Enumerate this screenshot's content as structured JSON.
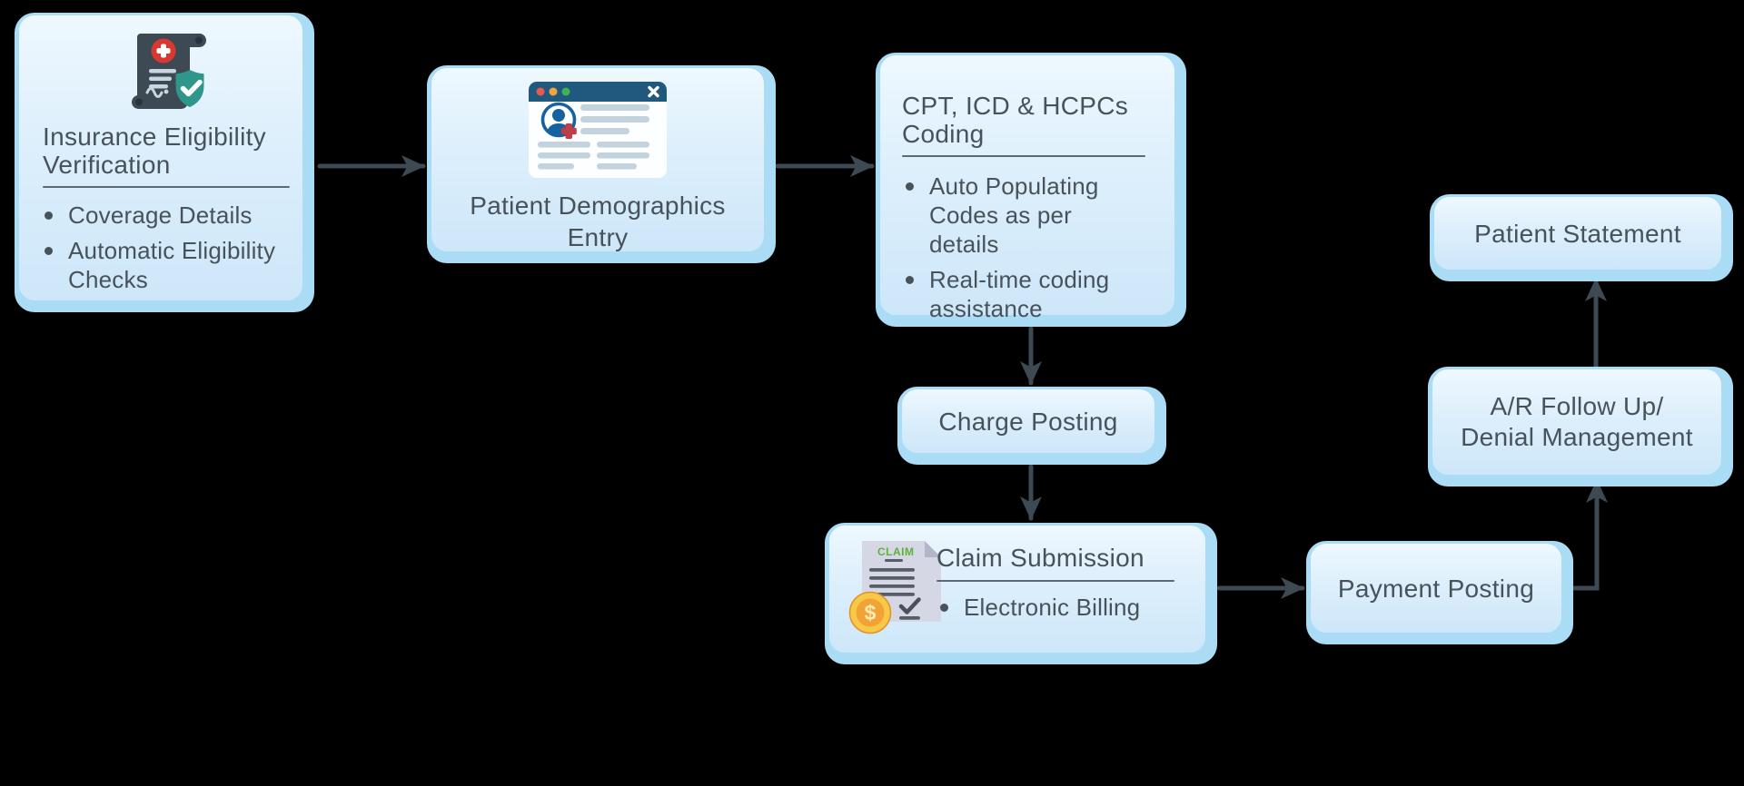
{
  "diagram": {
    "background": "#000000",
    "node_outer_color": "#abdcf6",
    "node_fill_top": "#eef8fe",
    "node_fill_bottom": "#cde7f9",
    "text_color": "#48525a",
    "arrow_color": "#3d4953",
    "divider_color": "#5d6a72"
  },
  "nodes": {
    "insurance": {
      "title_lines": [
        "Insurance Eligibility",
        "Verification"
      ],
      "bullets": [
        "Coverage Details",
        "Automatic Eligibility Checks"
      ]
    },
    "demographics": {
      "title_lines": [
        "Patient Demographics",
        "Entry"
      ]
    },
    "coding": {
      "title_lines": [
        "CPT, ICD & HCPCs",
        "Coding"
      ],
      "bullets": [
        "Auto Populating Codes as per details",
        "Real-time coding assistance"
      ]
    },
    "charge": {
      "label": "Charge Posting"
    },
    "claim": {
      "title": "Claim Submission",
      "bullets": [
        "Electronic Billing"
      ],
      "icon_text": "CLAIM",
      "coin_symbol": "$"
    },
    "payment": {
      "label": "Payment Posting"
    },
    "ar_followup": {
      "label_lines": [
        "A/R Follow Up/",
        "Denial Management"
      ]
    },
    "statement": {
      "label": "Patient Statement"
    }
  }
}
